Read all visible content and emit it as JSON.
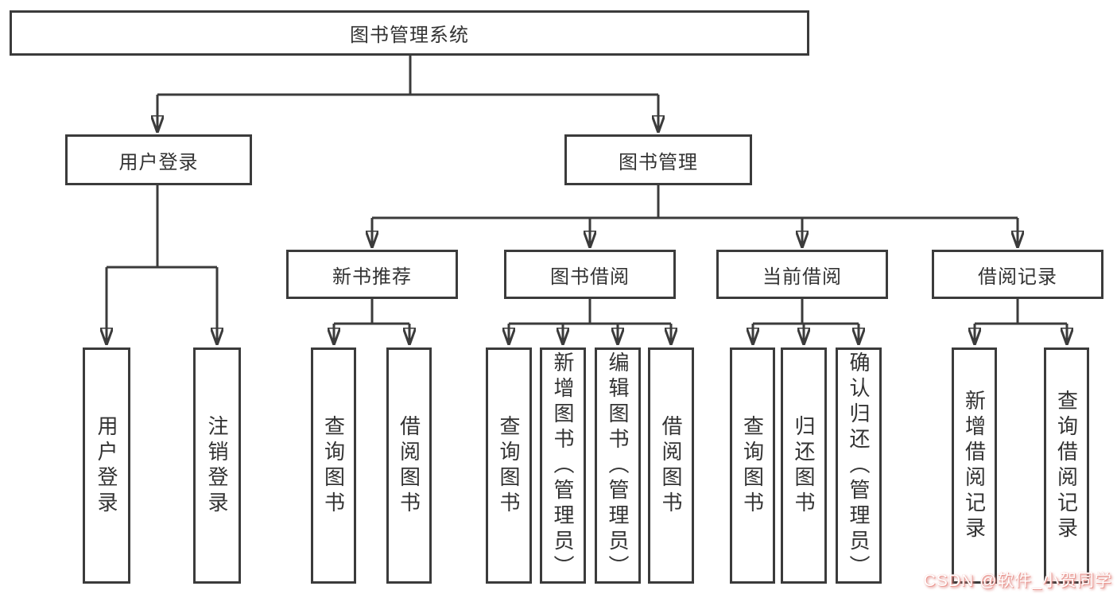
{
  "diagram": {
    "root": {
      "label": "图书管理系统"
    },
    "level2": [
      {
        "id": "user-login",
        "label": "用户登录"
      },
      {
        "id": "book-management",
        "label": "图书管理"
      }
    ],
    "level3": [
      {
        "id": "new-book-recommend",
        "label": "新书推荐"
      },
      {
        "id": "book-borrow",
        "label": "图书借阅"
      },
      {
        "id": "current-borrow",
        "label": "当前借阅"
      },
      {
        "id": "borrow-records",
        "label": "借阅记录"
      }
    ],
    "leaves": {
      "user_login": [
        {
          "label": "用户登录"
        },
        {
          "label": "注销登录"
        }
      ],
      "new_book_recommend": [
        {
          "label": "查询图书"
        },
        {
          "label": "借阅图书"
        }
      ],
      "book_borrow": [
        {
          "label": "查询图书"
        },
        {
          "label": "新增图书（管理员）"
        },
        {
          "label": "编辑图书（管理员）"
        },
        {
          "label": "借阅图书"
        }
      ],
      "current_borrow": [
        {
          "label": "查询图书"
        },
        {
          "label": "归还图书"
        },
        {
          "label": "确认归还（管理员）"
        }
      ],
      "borrow_records": [
        {
          "label": "新增借阅记录"
        },
        {
          "label": "查询借阅记录"
        }
      ]
    },
    "colors": {
      "line": "#3b3b3b",
      "text": "#333333",
      "node_background": "#ffffff"
    }
  },
  "watermark": {
    "text": "CSDN @软件_小贺同学",
    "text_color": "#ffffff",
    "shadow_color": "#d97b76"
  }
}
